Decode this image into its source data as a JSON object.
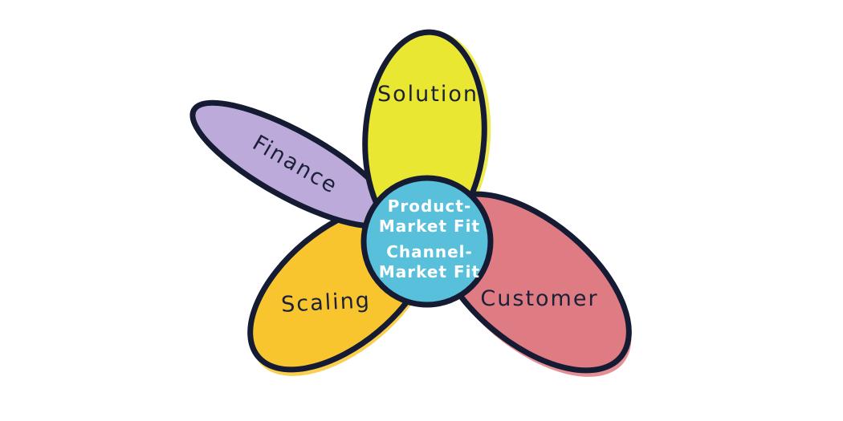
{
  "diagram": {
    "name": "product-market-fit-flower",
    "background": "#ffffff",
    "outline_color": "#141B33",
    "label_color": "#1A2138",
    "center": {
      "color": "#59C0DB",
      "text_color": "#ffffff",
      "lines": [
        "Product-",
        "Market Fit",
        "Channel-",
        "Market Fit"
      ]
    },
    "petals": [
      {
        "id": "solution",
        "label": "Solution",
        "color": "#EAE733",
        "position": "top"
      },
      {
        "id": "finance",
        "label": "Finance",
        "color": "#BCABDA",
        "position": "upper-left"
      },
      {
        "id": "scaling",
        "label": "Scaling",
        "color": "#F9C52F",
        "position": "lower-left"
      },
      {
        "id": "customer",
        "label": "Customer",
        "color": "#DF7B82",
        "position": "lower-right"
      }
    ]
  }
}
